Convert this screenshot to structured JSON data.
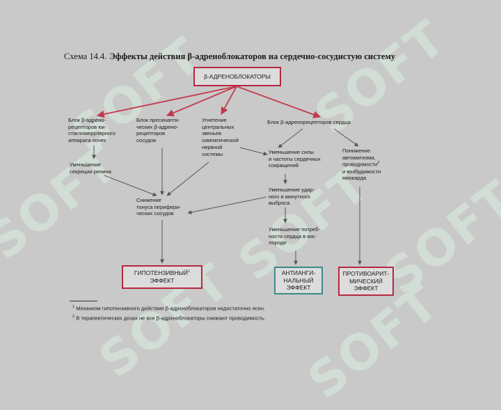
{
  "title": {
    "number": "Схема 14.4.",
    "text": "Эффекты действия β-адреноблокаторов на сердечно-сосудистую систему"
  },
  "watermark": "SOFT",
  "colors": {
    "accent_box": "#b5283f",
    "teal_box": "#3a8c86",
    "red_arrow": "#c23a4d",
    "gray_arrow": "#666666"
  },
  "nodes": {
    "root": "β-АДРЕНОБЛОКАТОРЫ",
    "kidney_block": "Блок β-адрено-\nрецепторов юк-\nстагломерулярного\nаппарата почек",
    "renin": "Уменьшение\nсекреции ренина",
    "presyn_block": "Блок пресинапти-\nческих β-адрено-\nрецепторов\nсосудов",
    "central": "Угнетение\nцентральных\nзвеньев\nсимпатической\nнервной\nсистемы",
    "heart_block": "Блок β-адренорецепторов сердца",
    "force_rate": "Уменьшение силы\nи частоты сердечных\nсокращений",
    "automatism": "Понижение\nавтоматизма,\nпроводимости",
    "automatism_sup": "2",
    "automatism_tail": "\nи возбудимости\nмиокарда",
    "stroke_output": "Уменьшение удар-\nного и минутного\nвыброса",
    "oxygen": "Уменьшение потреб-\nности сердца в кис-\nлороде",
    "vascular_tone": "Снижение\nтонуса перифери-\nческих сосудов",
    "hypotensive": "ГИПОТЕНЗИВНЫЙ",
    "hypotensive_sup": "1",
    "hypotensive_tail": "ЭФФЕКТ",
    "antianginal": "АНТИАНГИ-\nНАЛЬНЫЙ\nЭФФЕКТ",
    "antiarrhythmic": "ПРОТИВОАРИТ-\nМИЧЕСКИЙ\nЭФФЕКТ"
  },
  "footnotes": [
    {
      "mark": "1",
      "text": "Механизм гипотензивного действия β-адреноблокаторов недостаточно ясен."
    },
    {
      "mark": "2",
      "text": "В терапевтических дозах не все β-адреноблокаторы снижают проводимость."
    }
  ]
}
